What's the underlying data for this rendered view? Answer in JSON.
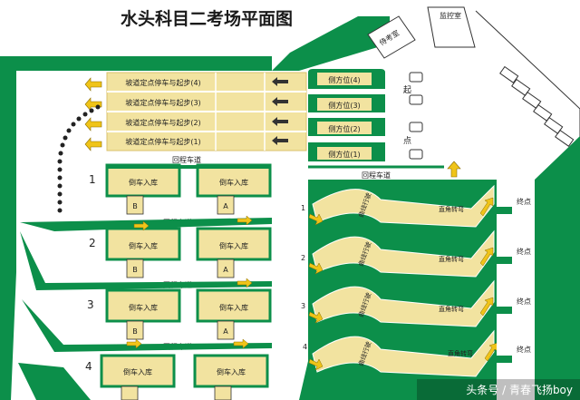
{
  "title": "水头科目二考场平面图",
  "buildings": {
    "exam_room": "侍考室",
    "office": "监控室"
  },
  "slope": {
    "rows": [
      "坡道定点停车与起步(4)",
      "坡道定点停车与起步(3)",
      "坡道定点停车与起步(2)",
      "坡道定点停车与起步(1)"
    ]
  },
  "parking_positions": [
    "侧方位(4)",
    "侧方位(3)",
    "侧方位(2)",
    "侧方位(1)"
  ],
  "start_label": [
    "起",
    "点"
  ],
  "return_lane": "回程车道",
  "reverse": {
    "numbers": [
      "1",
      "2",
      "3",
      "4"
    ],
    "label": "倒车入库",
    "a": "A",
    "b": "B"
  },
  "curve": {
    "numbers": [
      "1",
      "2",
      "3",
      "4"
    ],
    "curve_label": "曲线行驶",
    "right_angle_label": "直角转弯",
    "end_label": "终点"
  },
  "watermark": "头条号 / 青春飞扬boy",
  "colors": {
    "green": "#0c8f4a",
    "yellow": "#f2e3a0",
    "lane": "#fbf6dc"
  }
}
